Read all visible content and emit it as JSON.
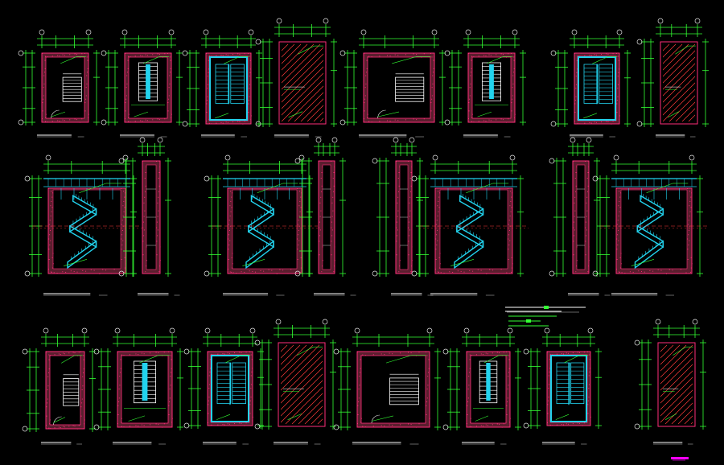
{
  "sheet": {
    "background": "#000000",
    "colors": {
      "wall_outline": "#ff2e7a",
      "wall_fill": "#5a1e2e",
      "dimension": "#33ff33",
      "stair": "#22d3ee",
      "hatch": "#ff3b3b",
      "leader": "#ffffff",
      "axis_bubble": "#e5e5e5",
      "stamp": "#ff00ff"
    },
    "row1": [
      {
        "kind": "plan-stair-side"
      },
      {
        "kind": "plan-stair-center"
      },
      {
        "kind": "plan-stair-cyan"
      },
      {
        "kind": "plan-hatched"
      },
      {
        "kind": "plan-stair-side"
      },
      {
        "kind": "plan-stair-center"
      },
      {
        "kind": "plan-stair-cyan"
      },
      {
        "kind": "plan-hatched"
      }
    ],
    "row2": [
      {
        "kind": "section-wide"
      },
      {
        "kind": "section-narrow"
      },
      {
        "kind": "section-wide"
      },
      {
        "kind": "section-narrow"
      },
      {
        "kind": "section-narrow"
      },
      {
        "kind": "section-wide"
      },
      {
        "kind": "section-narrow"
      },
      {
        "kind": "section-wide"
      }
    ],
    "row3": [
      {
        "kind": "plan-stair-side"
      },
      {
        "kind": "plan-stair-center"
      },
      {
        "kind": "plan-stair-cyan"
      },
      {
        "kind": "plan-hatched"
      },
      {
        "kind": "plan-stair-side"
      },
      {
        "kind": "plan-stair-center"
      },
      {
        "kind": "plan-stair-cyan"
      },
      {
        "kind": "plan-hatched"
      }
    ],
    "stamp_icon": "stamp-icon"
  }
}
